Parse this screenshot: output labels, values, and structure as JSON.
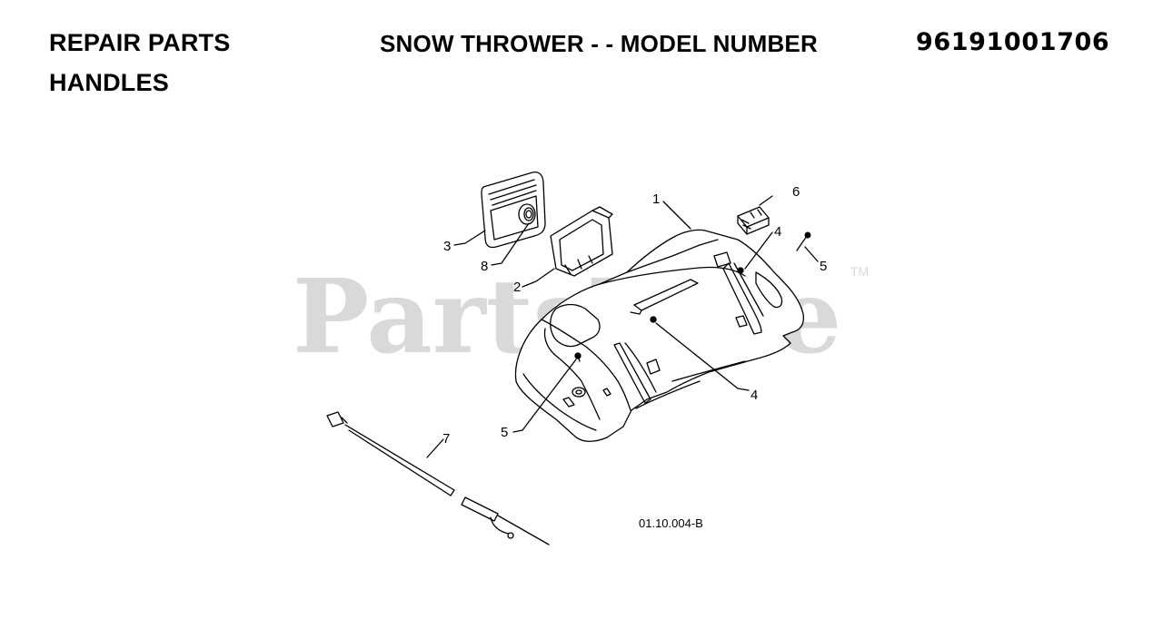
{
  "header": {
    "section_title": "REPAIR PARTS",
    "subsection_title": "HANDLES",
    "model_label": "SNOW THROWER - - MODEL NUMBER",
    "model_number": "96191001706"
  },
  "watermark": {
    "text": "PartsTree",
    "trademark": "TM"
  },
  "diagram": {
    "figure_code": "01.10.004-B",
    "callouts": [
      "1",
      "2",
      "3",
      "4",
      "4",
      "5",
      "5",
      "6",
      "7",
      "8"
    ]
  },
  "colors": {
    "line": "#000000",
    "fill": "#ffffff",
    "watermark": "#d9d9d9"
  }
}
